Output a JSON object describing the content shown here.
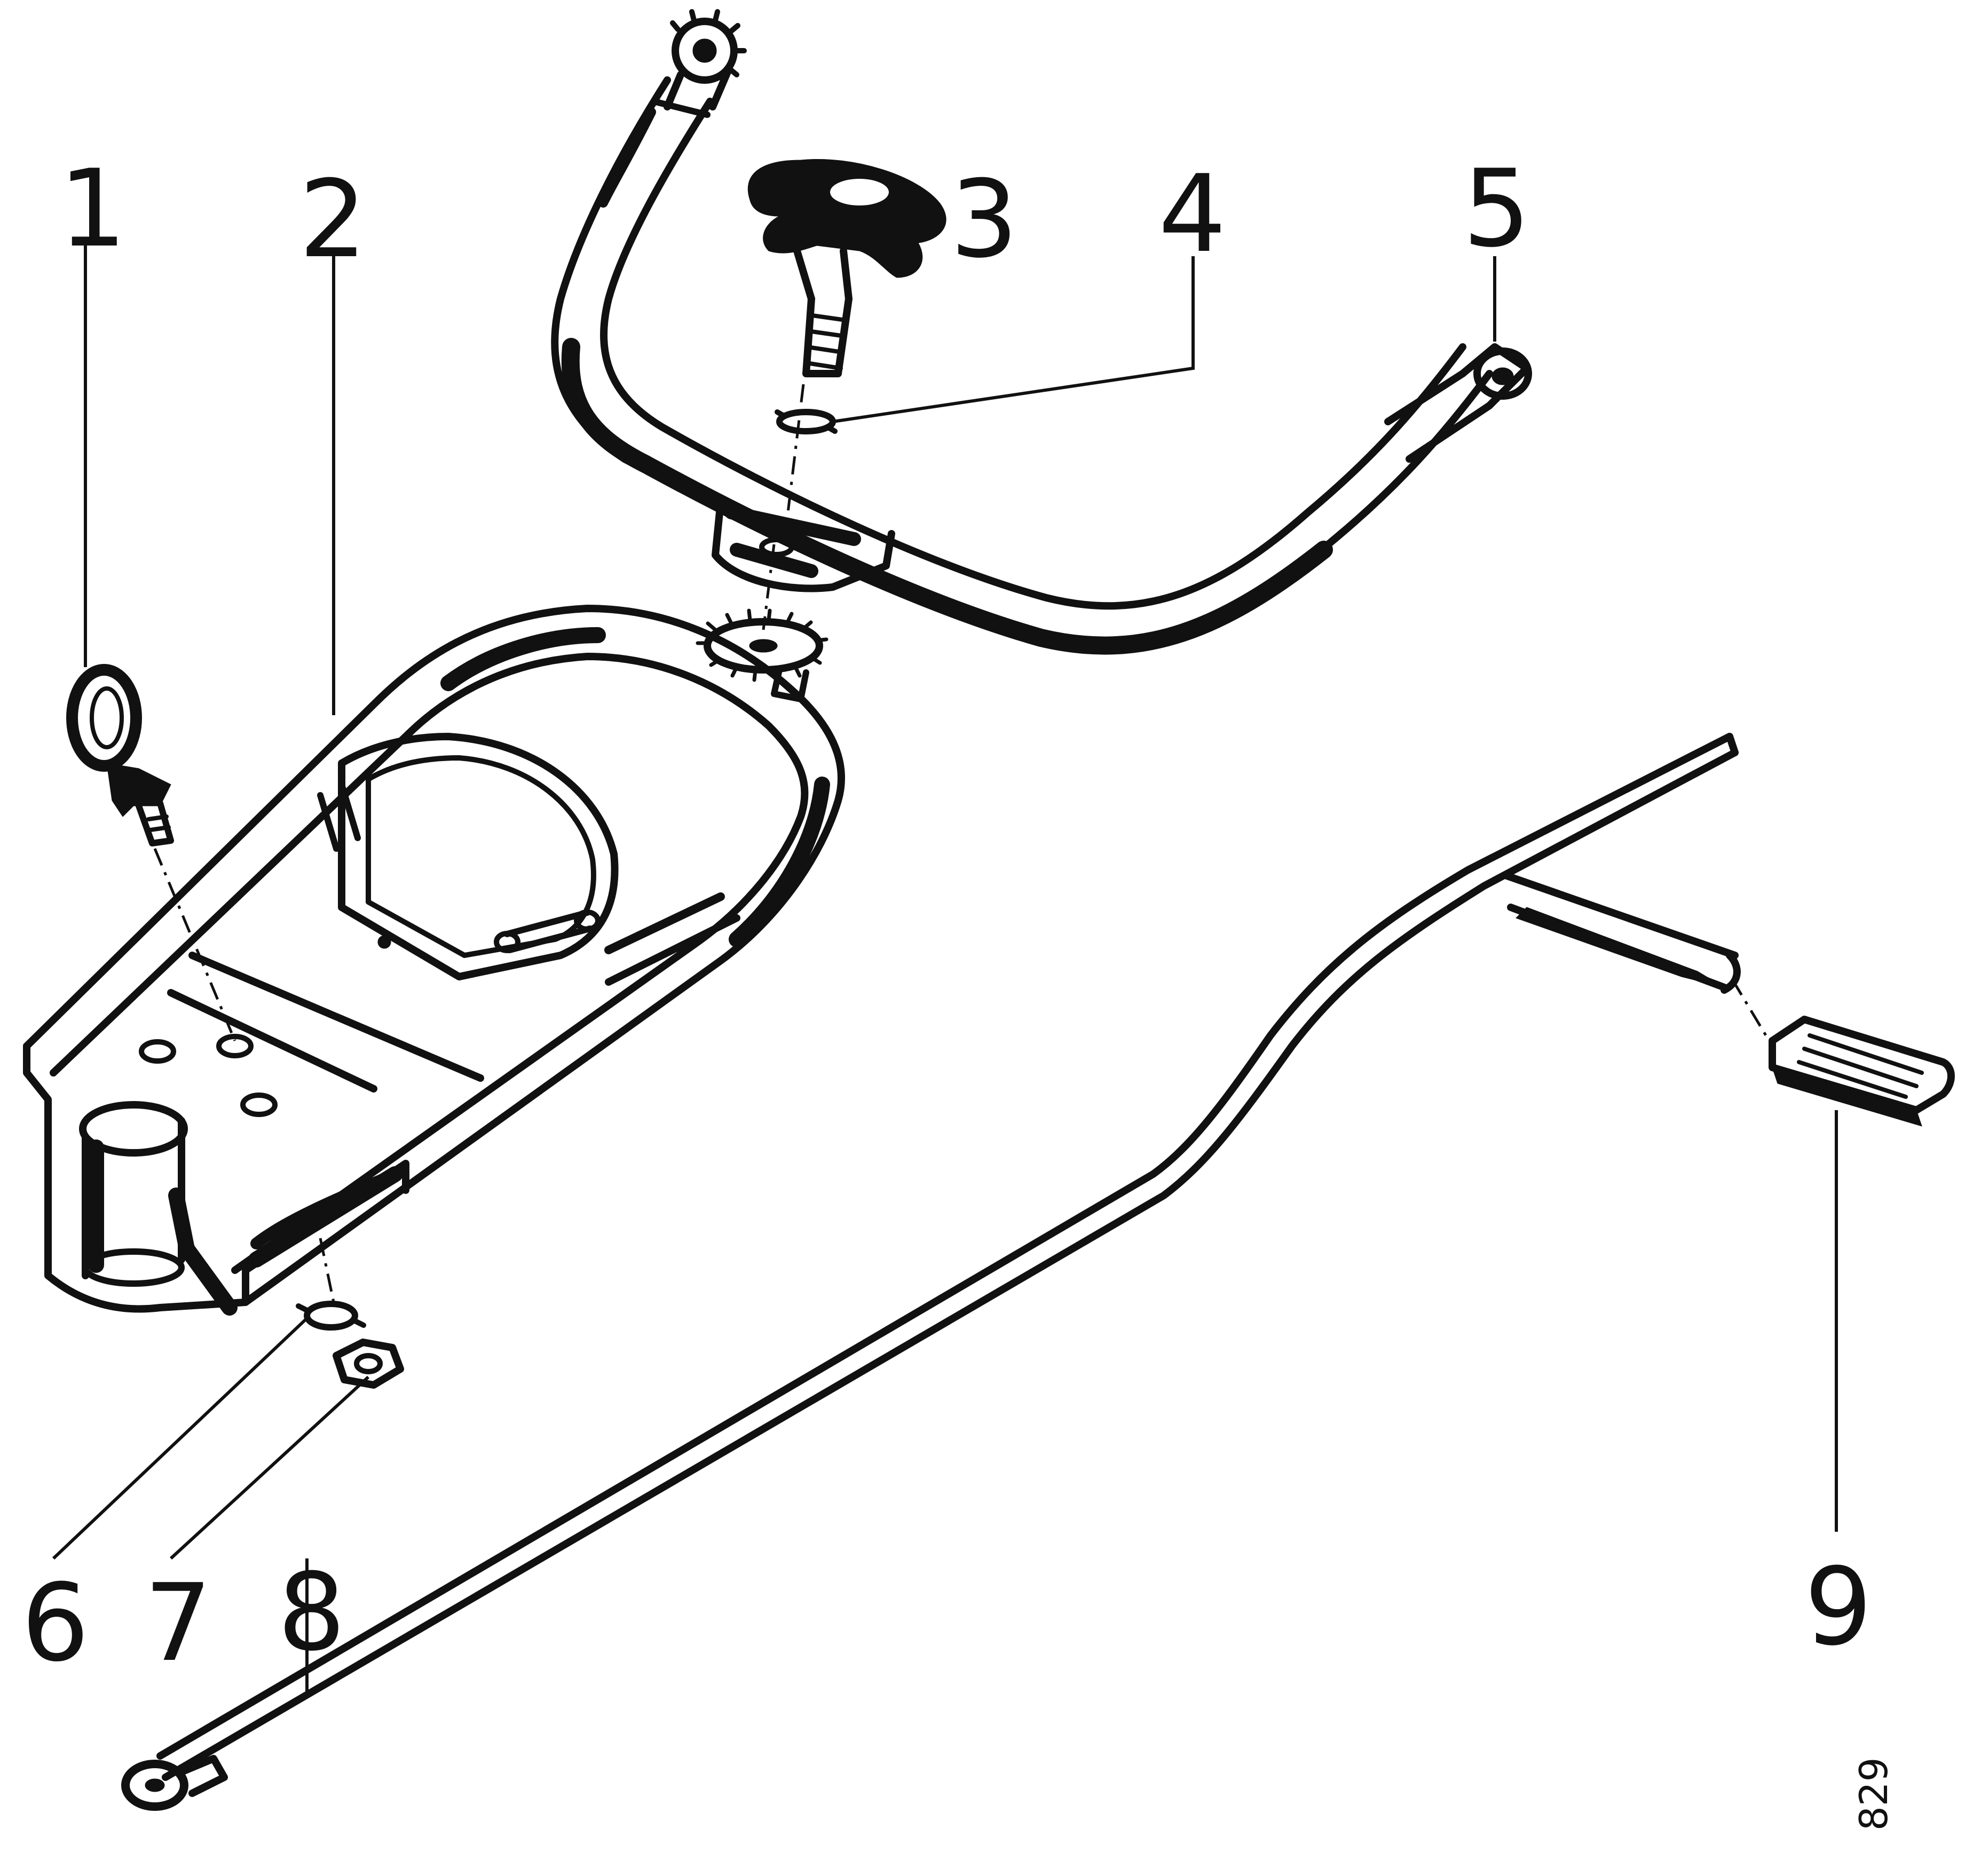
{
  "diagram": {
    "callouts": [
      {
        "id": "1",
        "label": "1"
      },
      {
        "id": "2",
        "label": "2"
      },
      {
        "id": "3",
        "label": "3"
      },
      {
        "id": "4",
        "label": "4"
      },
      {
        "id": "5",
        "label": "5"
      },
      {
        "id": "6",
        "label": "6"
      },
      {
        "id": "7",
        "label": "7"
      },
      {
        "id": "8",
        "label": "8"
      },
      {
        "id": "9",
        "label": "9"
      }
    ],
    "drawing_number": "829"
  }
}
